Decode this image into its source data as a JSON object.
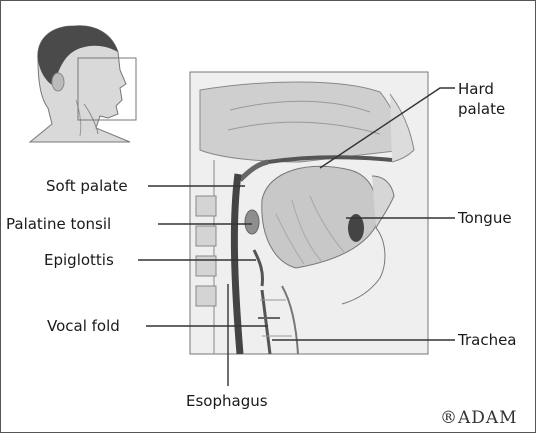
{
  "labels": {
    "hard_palate_line1": "Hard",
    "hard_palate_line2": "palate",
    "soft_palate": "Soft palate",
    "palatine_tonsil": "Palatine tonsil",
    "epiglottis": "Epiglottis",
    "vocal_fold": "Vocal fold",
    "esophagus": "Esophagus",
    "tongue": "Tongue",
    "trachea": "Trachea"
  },
  "logo": "®ADAM"
}
